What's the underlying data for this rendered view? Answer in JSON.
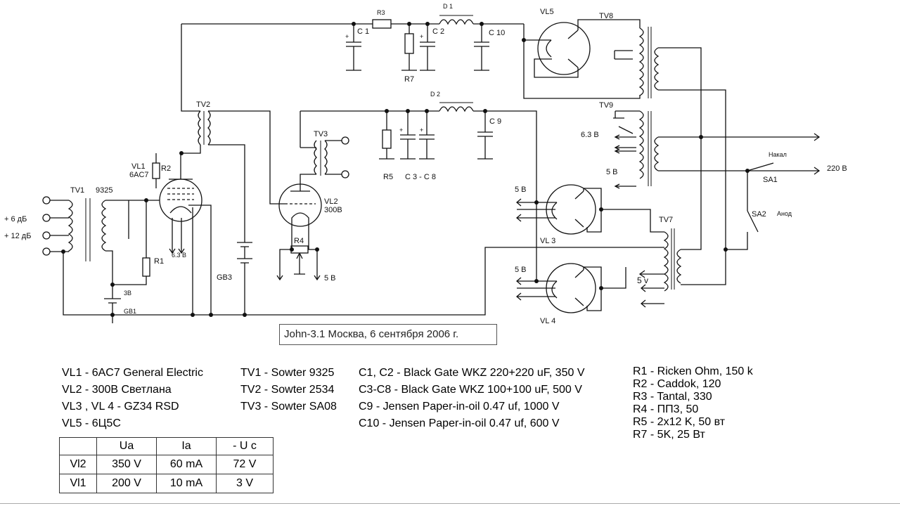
{
  "labels": {
    "r3": "R3",
    "d1": "D 1",
    "c1": "C 1",
    "c2": "C 2",
    "c10": "C 10",
    "r7": "R7",
    "vl5": "VL5",
    "tv8": "TV8",
    "tv9": "TV9",
    "tv2": "TV2",
    "d2": "D 2",
    "c9": "C 9",
    "tv3": "TV3",
    "r5": "R5",
    "c3c8": "C 3 - C 8",
    "vl1": "VL1",
    "vl1_type": "6AC7",
    "r2": "R2",
    "tv1": "TV1",
    "tv1_num": "9325",
    "plus6": "+ 6 дБ",
    "plus12": "+ 12 дБ",
    "r1": "R1",
    "heater63": "6.3 В",
    "v3": "3В",
    "gb1": "GB1",
    "gb3": "GB3",
    "vl2": "VL2",
    "vl2_type": "300B",
    "r4": "R4",
    "v5_r4": "5 В",
    "v63_tv9": "6.3 В",
    "v5_tv9": "5 В",
    "nakal": "Накал",
    "v220": "220 В",
    "sa1": "SA1",
    "sa2": "SA2",
    "anod": "Анод",
    "v5_vl3": "5 В",
    "vl3": "VL 3",
    "v5_vl4": "5 В",
    "vl4": "VL 4",
    "tv7": "TV7",
    "v5v": "5 v",
    "plus": "+"
  },
  "caption": "John-3.1  Москва, 6 сентября 2006 г.",
  "bom": {
    "tubes": [
      "VL1  - 6AC7  General Electric",
      "VL2 - 300B Светлана",
      "VL3 , VL 4  - GZ34 RSD",
      "VL5 - 6Ц5С"
    ],
    "transformers": [
      "TV1 - Sowter 9325",
      "TV2 - Sowter 2534",
      "TV3 - Sowter SA08"
    ],
    "capacitors": [
      "C1, C2 - Black Gate WKZ 220+220 uF, 350 V",
      "C3-C8 - Black Gate WKZ 100+100 uF, 500 V",
      "C9 - Jensen Paper-in-oil 0.47 uf, 1000 V",
      "C10 - Jensen Paper-in-oil 0.47 uf, 600 V"
    ],
    "resistors": [
      "R1 - Ricken Ohm, 150 k",
      "R2 - Caddok, 120",
      "R3 - Tantal, 330",
      "R4 - ПП3, 50",
      "R5 - 2x12 K, 50 вт",
      "R7 - 5K, 25 Вт"
    ]
  },
  "table": {
    "headers": [
      "",
      "Ua",
      "Ia",
      "- U c"
    ],
    "rows": [
      [
        "Vl2",
        "350 V",
        "60 mA",
        "72 V"
      ],
      [
        "Vl1",
        "200 V",
        "10 mA",
        "3 V"
      ]
    ]
  }
}
